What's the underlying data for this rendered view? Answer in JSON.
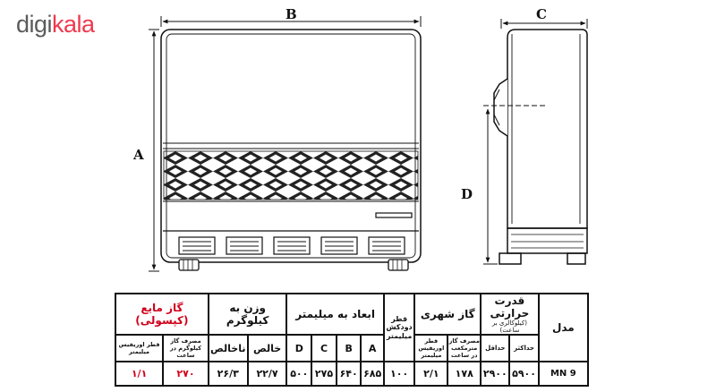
{
  "brand": {
    "part1": "digi",
    "part2": "kala"
  },
  "dimensions": {
    "a": "A",
    "b": "B",
    "c": "C",
    "d": "D"
  },
  "table": {
    "model_header": "مدل",
    "heat_capacity": {
      "title": "قدرت حرارتی",
      "sub": "(کیلوکالری بر ساعت)",
      "max": "حداکثر",
      "min": "حداقل"
    },
    "city_gas": {
      "title": "گاز شهری",
      "consumption": "مصرف گاز مترمکعب در ساعت",
      "pressure": "قطر اوریفیس میلیمتر"
    },
    "flue_diameter": "قطر دودکش میلیمتر",
    "dimensions_header": "ابعاد به میلیمتر",
    "dim_cols": [
      "A",
      "B",
      "C",
      "D"
    ],
    "weight": {
      "title": "وزن به کیلوگرم",
      "net": "خالص",
      "gross": "ناخالص"
    },
    "lpg": {
      "title": "گاز مایع (کپسولی)",
      "consumption": "مصرف گاز کیلوگرم در ساعت",
      "pressure": "قطر اوریفیس میلیمتر"
    },
    "row": {
      "model": "MN 9",
      "heat_max": "۵۹۰۰",
      "heat_min": "۲۹۰۰",
      "city_consumption": "۱۷۸",
      "city_pressure": "۲/۱",
      "flue": "۱۰۰",
      "dim_a": "۶۸۵",
      "dim_b": "۶۴۰",
      "dim_c": "۲۷۵",
      "dim_d": "۵۰۰",
      "weight_net": "۲۲/۷",
      "weight_gross": "۲۶/۳",
      "lpg_consumption": "۲۷۰",
      "lpg_pressure": "۱/۱"
    }
  }
}
